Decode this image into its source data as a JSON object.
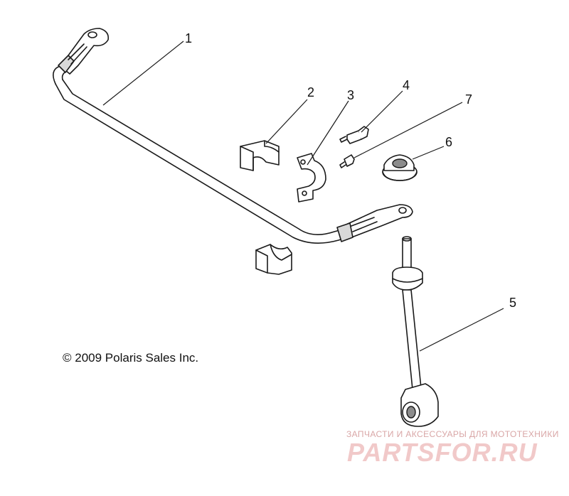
{
  "callouts": [
    "1",
    "2",
    "3",
    "4",
    "5",
    "6",
    "7"
  ],
  "copyright": "© 2009 Polaris Sales Inc.",
  "watermark": {
    "tagline": "ЗАПЧАСТИ И АКСЕССУАРЫ ДЛЯ МОТОТЕХНИКИ",
    "logo": "PARTSFOR.RU"
  },
  "colors": {
    "line": "#1a1a1a",
    "watermark_logo": "#f1c9c9",
    "watermark_text": "#d9a6a6"
  }
}
